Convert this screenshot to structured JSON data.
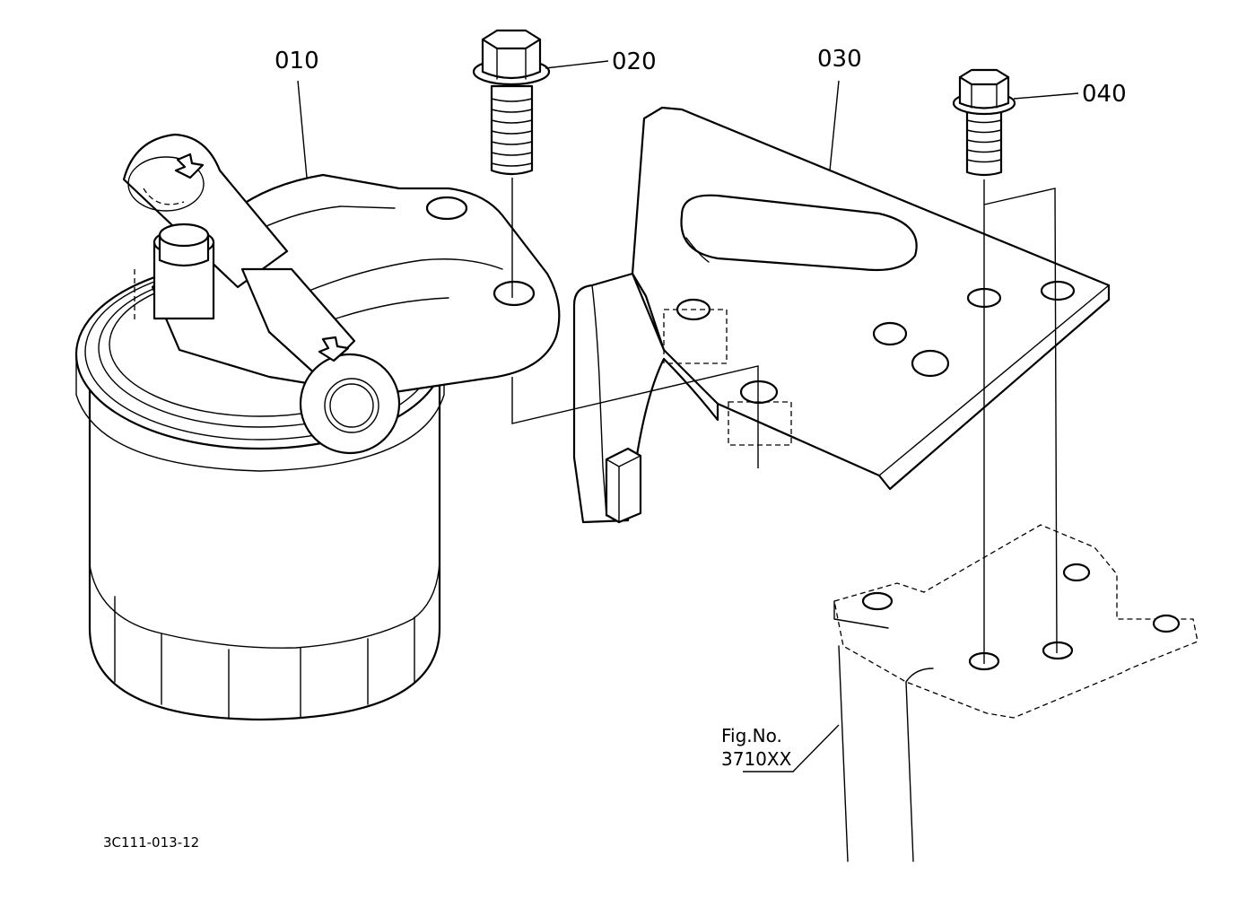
{
  "callouts": {
    "part_010": "010",
    "part_020": "020",
    "part_030": "030",
    "part_040": "040"
  },
  "reference": {
    "fig_line1": "Fig.No.",
    "fig_line2": "3710XX"
  },
  "drawing_code": "3C111-013-12",
  "colors": {
    "ink": "#000000",
    "paper": "#ffffff"
  }
}
